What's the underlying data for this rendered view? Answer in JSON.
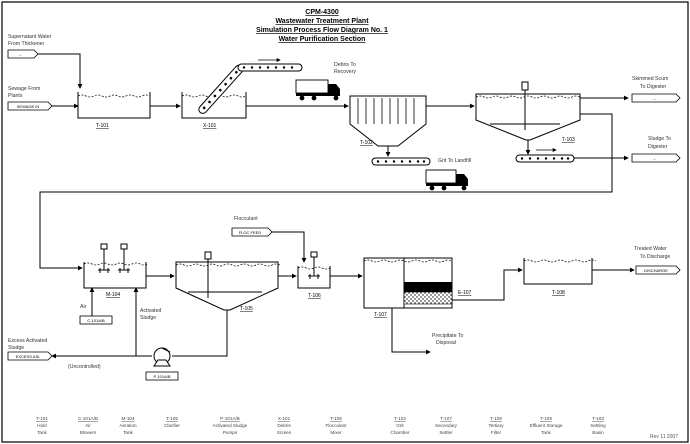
{
  "title": {
    "line1": "CPM-4300",
    "line2": "Wastewater Treatment Plant",
    "line3": "Simulation Process Flow Diagram No. 1",
    "line4": "Water Purification Section"
  },
  "streams": {
    "supernatant": {
      "line1": "Supernatant Water",
      "line2": "From Thickener",
      "box": "→"
    },
    "sewage": {
      "line1": "Sewage From",
      "line2": "Plants",
      "box": "SEWAGE IN"
    },
    "skimmed": {
      "line1": "Skimmed Scum",
      "line2": "To Digester",
      "box": "→"
    },
    "sludge": {
      "line1": "Sludge To",
      "line2": "Digester",
      "box": "→"
    },
    "treated": {
      "line1": "Treated Water",
      "line2": "To Discharge",
      "box": "DISCHARGE"
    },
    "excess": {
      "line1": "Excess Activated",
      "line2": "Sludge",
      "box": "EXCESS ASL"
    },
    "flocculant": {
      "line1": "Flocculant",
      "box": "FLOC FEED"
    },
    "air": {
      "line1": "Air",
      "box": "C-101A/B"
    },
    "debris": {
      "line1": "Debris To",
      "line2": "Recovery"
    },
    "grit": {
      "line1": "Grit To Landfill"
    },
    "precipitate": {
      "line1": "Precipitate To",
      "line2": "Disposal"
    },
    "activated": {
      "line1": "Activated",
      "line2": "Sludge"
    },
    "uncontrolled": "(Uncontrolled)"
  },
  "tags": {
    "t101": "T-101",
    "x101": "X-101",
    "t102": "T-102",
    "t103": "T-103",
    "m104": "M-104",
    "t105": "T-105",
    "t106": "T-106",
    "t107": "T-107",
    "t108": "T-108",
    "p101": "P-101A/B",
    "e107": "E-107"
  },
  "bottom_legend": [
    {
      "tag": "T-101",
      "name1": "Hold",
      "name2": "Tank"
    },
    {
      "tag": "C-101A/B",
      "name1": "Air",
      "name2": "Blowers"
    },
    {
      "tag": "M-104",
      "name1": "Aeration",
      "name2": "Tank"
    },
    {
      "tag": "T-105",
      "name1": "Clarifier",
      "name2": ""
    },
    {
      "tag": "P-101A/B",
      "name1": "Activated Sludge",
      "name2": "Pumps"
    },
    {
      "tag": "X-101",
      "name1": "Debris",
      "name2": "Screen"
    },
    {
      "tag": "T-106",
      "name1": "Flocculant",
      "name2": "Mixer"
    },
    {
      "tag": "T-102",
      "name1": "Grit",
      "name2": "Chamber"
    },
    {
      "tag": "T-107",
      "name1": "Secondary",
      "name2": "Settler"
    },
    {
      "tag": "T-108",
      "name1": "Tertiary",
      "name2": "Filter"
    },
    {
      "tag": "T-109",
      "name1": "Effluent Storage",
      "name2": "Tank"
    },
    {
      "tag": "T-103",
      "name1": "Settling",
      "name2": "Basin"
    }
  ],
  "footer_note": "Rev 11 2007"
}
